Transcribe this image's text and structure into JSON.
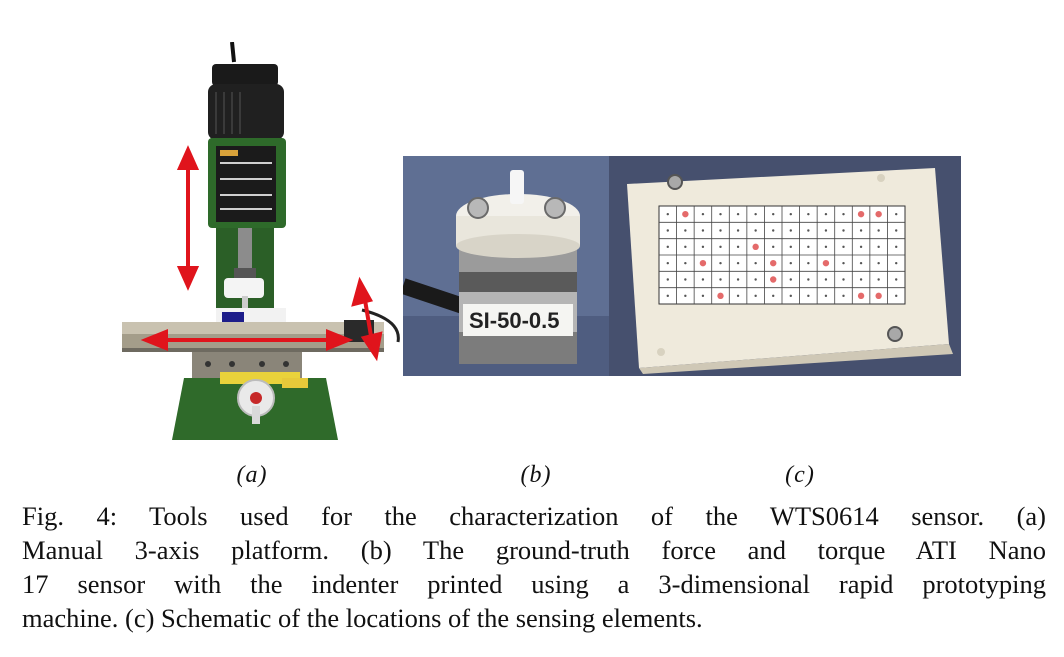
{
  "figure": {
    "panels": [
      {
        "id": "a",
        "label": "(a)",
        "icon": "milling-platform-photo"
      },
      {
        "id": "b",
        "label": "(b)",
        "icon": "force-sensor-photo",
        "printed_text": "SI-50-0.5"
      },
      {
        "id": "c",
        "label": "(c)",
        "icon": "tactile-sensor-grid-photo"
      }
    ],
    "caption_lines": [
      "Fig. 4: Tools used for the characterization of the WTS0614 sensor. (a)",
      "Manual 3-axis platform. (b) The ground-truth force and torque ATI Nano",
      "17 sensor with the indenter printed using a 3-dimensional rapid prototyping",
      "machine. (c) Schematic of the locations of the sensing elements."
    ]
  },
  "colors": {
    "arrow": "#e0141c",
    "machine_green": "#2f6a2a",
    "sensor_board": "#f2ede2",
    "background_blue": "#5f6f93"
  }
}
